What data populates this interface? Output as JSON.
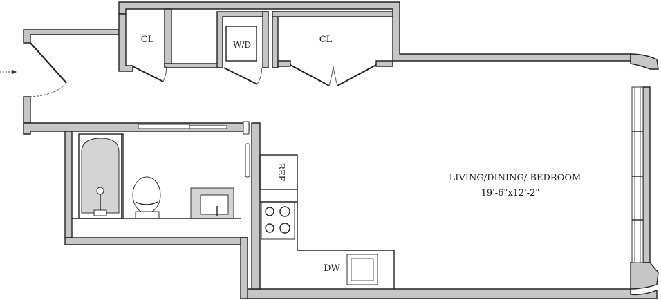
{
  "labels": {
    "closet_left": "CL",
    "washer_dryer": "W/D",
    "closet_right": "CL",
    "refrigerator": "REF",
    "dishwasher": "DW",
    "room_name": "LIVING/DINING/ BEDROOM",
    "room_size": "19'-6\"x12'-2\""
  }
}
